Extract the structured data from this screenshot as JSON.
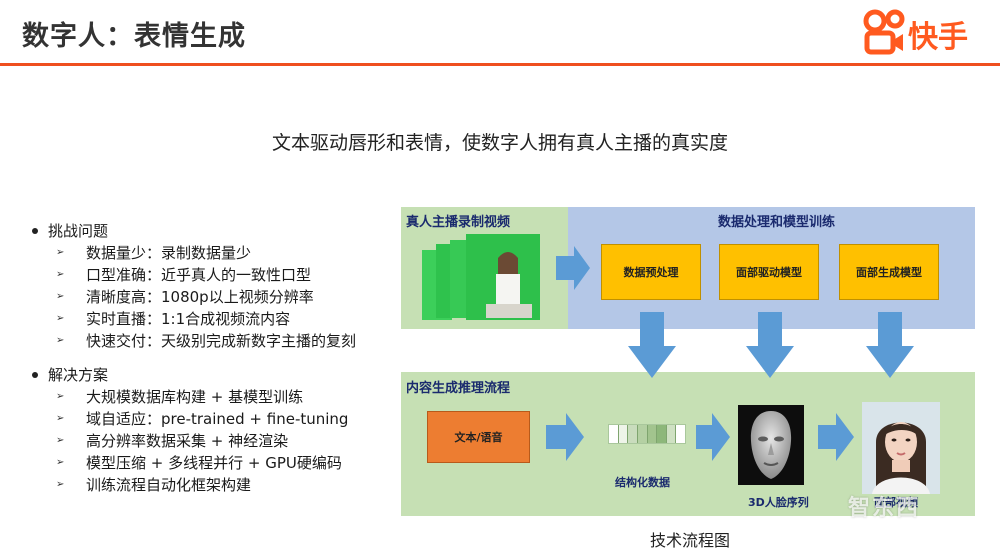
{
  "header": {
    "title": "数字人：表情生成",
    "logo_text": "快手",
    "accent": "#ef4f1f"
  },
  "subtitle": "文本驱动唇形和表情，使数字人拥有真人主播的真实度",
  "challenges": {
    "heading": "挑战问题",
    "items": [
      "数据量少：录制数据量少",
      "口型准确：近乎真人的一致性口型",
      "清晰度高：1080p以上视频分辨率",
      "实时直播：1:1合成视频流内容",
      "快速交付：天级别完成新数字主播的复刻"
    ]
  },
  "solutions": {
    "heading": "解决方案",
    "items": [
      "大规模数据库构建 + 基模型训练",
      "域自适应：pre-trained + fine-tuning",
      "高分辨率数据采集 + 神经渲染",
      "模型压缩 + 多线程并行 + GPU硬编码",
      "训练流程自动化框架构建"
    ]
  },
  "diagram": {
    "recording_title": "真人主播录制视频",
    "training_title": "数据处理和模型训练",
    "inference_title": "内容生成推理流程",
    "box_preprocess": "数据预处理",
    "box_drive_model": "面部驱动模型",
    "box_gen_model": "面部生成模型",
    "box_input": "文本/语音",
    "label_struct": "结构化数据",
    "label_face3d": "3D人脸序列",
    "label_video": "面部视频",
    "caption": "技术流程图",
    "colors": {
      "green_panel": "#c6e0b4",
      "blue_panel": "#b4c7e7",
      "yellow_box": "#ffc000",
      "orange_box": "#ed7d31",
      "arrow": "#5b9bd5"
    }
  },
  "watermark": "智东西"
}
